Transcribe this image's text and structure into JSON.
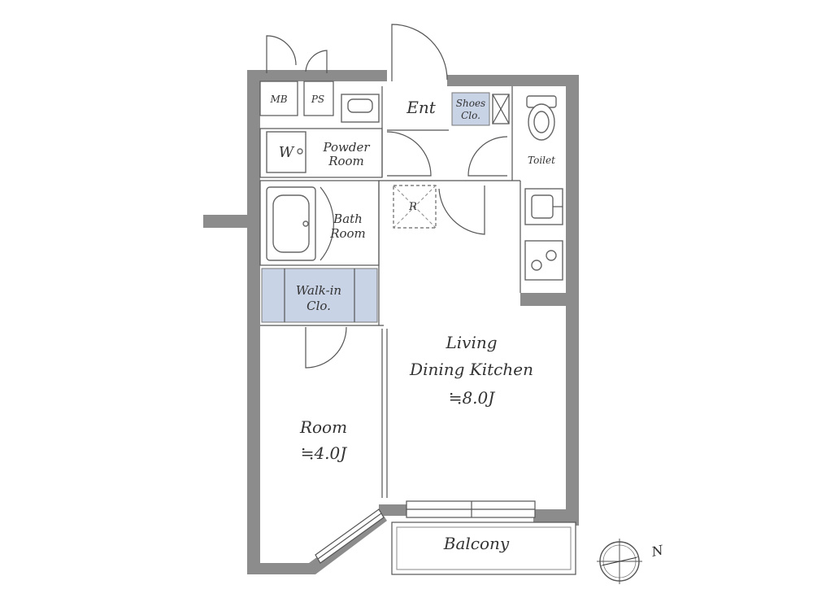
{
  "rooms": {
    "mb": "MB",
    "ps": "PS",
    "entrance": "Ent",
    "shoes_closet_1": "Shoes",
    "shoes_closet_2": "Clo.",
    "toilet": "Toilet",
    "washer": "W",
    "powder_room_1": "Powder",
    "powder_room_2": "Room",
    "bath_room_1": "Bath",
    "bath_room_2": "Room",
    "refrigerator": "R",
    "walkin_closet_1": "Walk-in",
    "walkin_closet_2": "Clo.",
    "ldk_1": "Living",
    "ldk_2": "Dining Kitchen",
    "ldk_area": "≒8.0J",
    "room": "Room",
    "room_area": "≒4.0J",
    "balcony": "Balcony"
  },
  "compass": {
    "north_label": "N"
  },
  "colors": {
    "wall": "#8c8c8c",
    "closet": "#c9d3e6",
    "line": "#555555"
  }
}
